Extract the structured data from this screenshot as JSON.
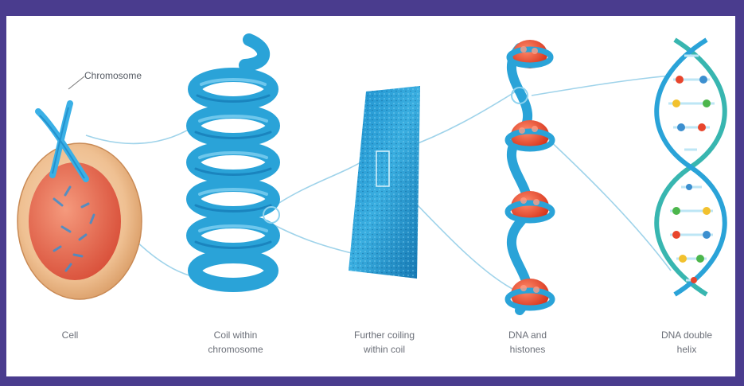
{
  "colors": {
    "frame": "#4a3c8e",
    "background": "#ffffff",
    "structure": "#2aa3d8",
    "structure_dark": "#1478b4",
    "histone": "#e8452c",
    "cell_body": "#f2c9a0",
    "nucleus": "#e86a52"
  },
  "icons": [
    "cell-icon",
    "coil-icon",
    "chromatin-block-icon",
    "nucleosome-icon",
    "double-helix-icon"
  ],
  "labels": {
    "chromosome": "Chromosome",
    "cell": "Cell",
    "coil_line1": "Coil within",
    "coil_line2": "chromosome",
    "further_line1": "Further coiling",
    "further_line2": "within coil",
    "dna_histones_line1": "DNA and",
    "dna_histones_line2": "histones",
    "double_helix_line1": "DNA double",
    "double_helix_line2": "helix"
  }
}
